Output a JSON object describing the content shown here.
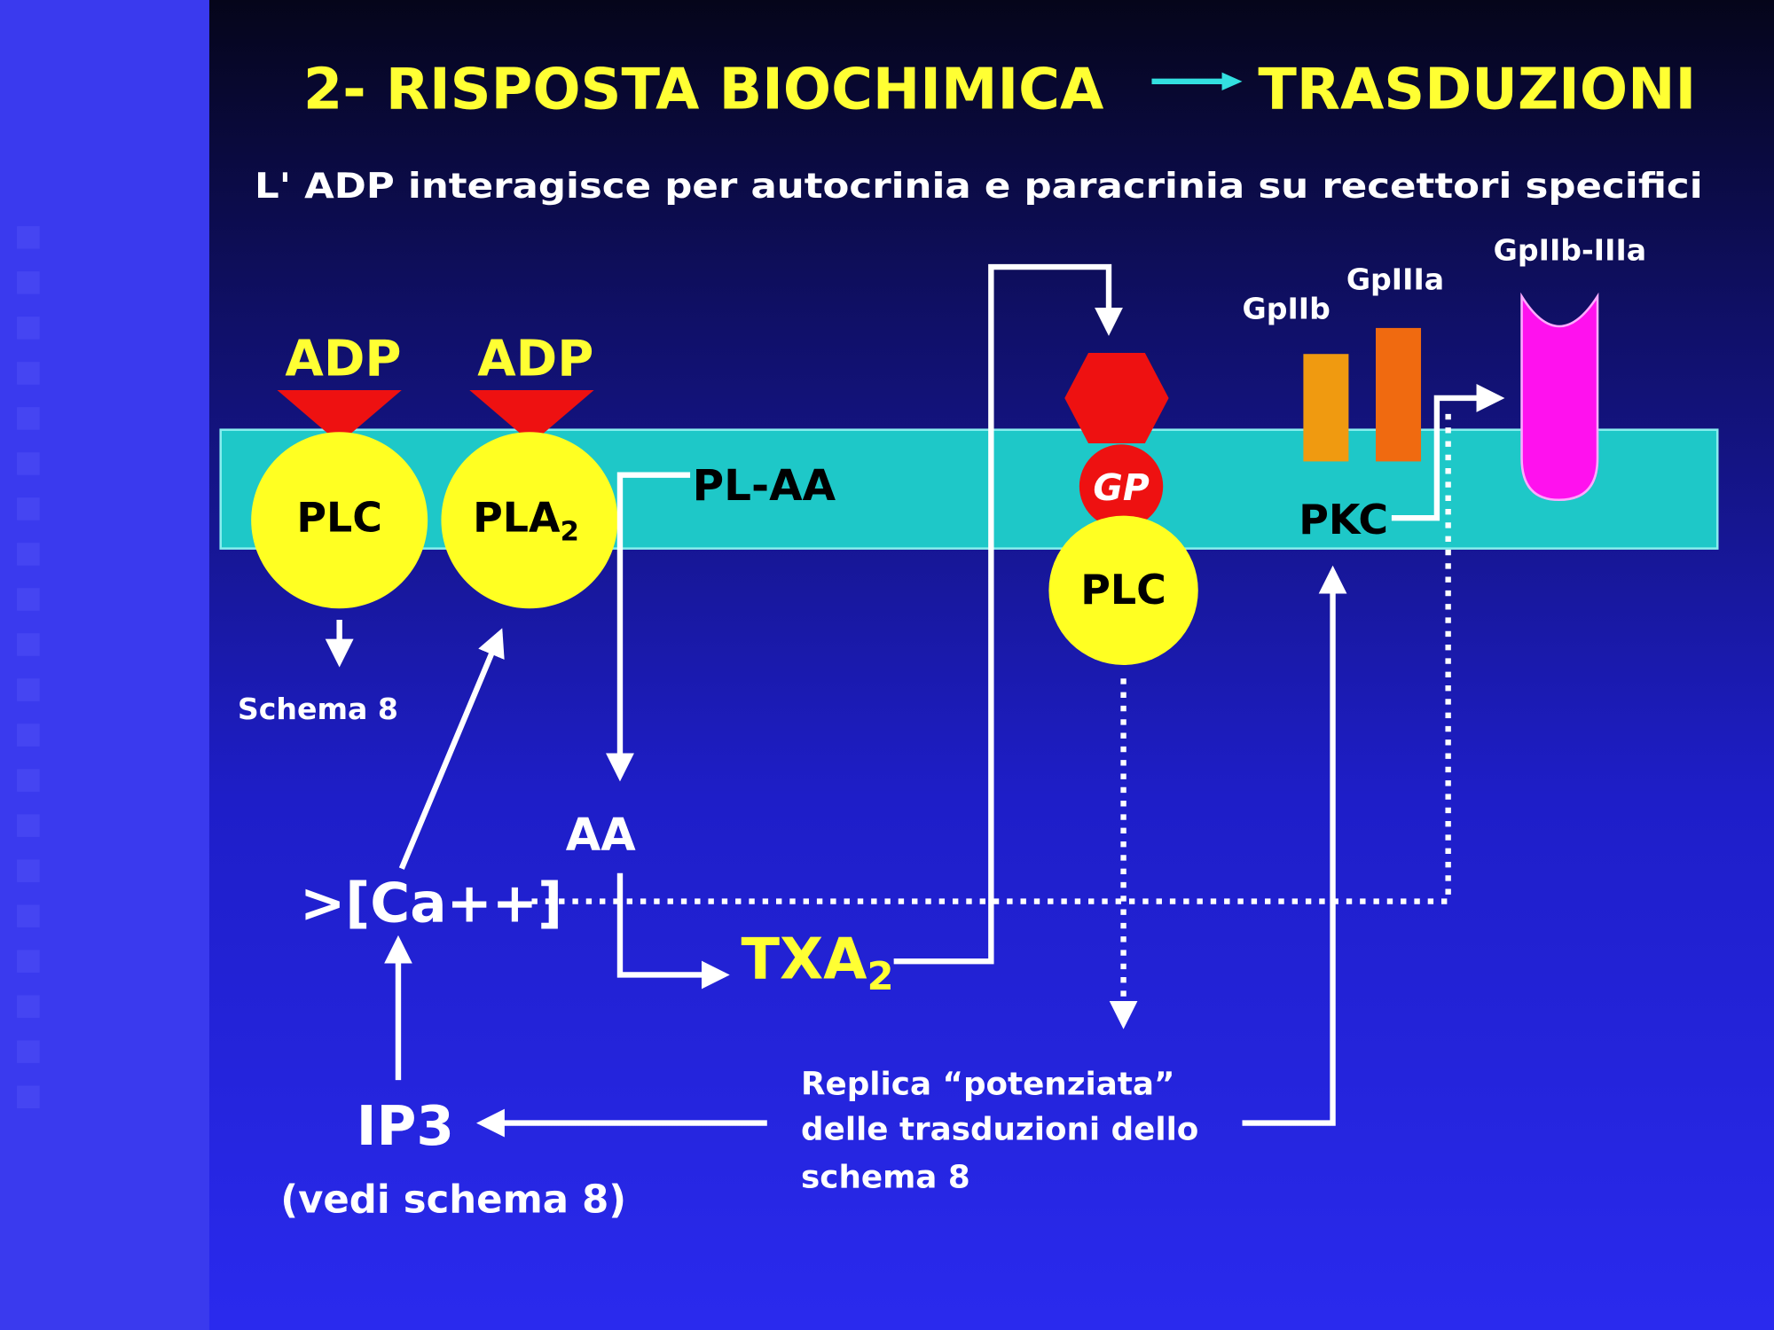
{
  "title": {
    "part1": "2- RISPOSTA BIOCHIMICA",
    "part2": "TRASDUZIONI"
  },
  "subtitle": "L' ADP interagisce per autocrinia e paracrinia su recettori specifici",
  "labels": {
    "adp1": "ADP",
    "adp2": "ADP",
    "plc1": "PLC",
    "pla2": "PLA",
    "pla2_sub": "2",
    "schema8": "Schema 8",
    "pl_aa": "PL-AA",
    "aa": "AA",
    "txa2": "TXA",
    "txa2_sub": "2",
    "ca": ">[Ca++]",
    "ip3": "IP3",
    "vedi": "(vedi schema 8)",
    "gp": "GP",
    "plc2": "PLC",
    "gpiib": "GpIIb",
    "gpiiia": "GpIIIa",
    "gpiib_iiia": "GpIIb-IIIa",
    "pkc": "PKC",
    "replica": [
      "Replica “potenziata”",
      "delle trasduzioni dello",
      "schema 8"
    ]
  },
  "colors": {
    "yellow": "#ffff33",
    "membrane": "#1ec8c8",
    "red": "#ee1111",
    "orange_iib": "#f09a10",
    "orange_iiia": "#f06a10",
    "magenta": "#ff11ee",
    "sidebar": "#3a3aee"
  }
}
